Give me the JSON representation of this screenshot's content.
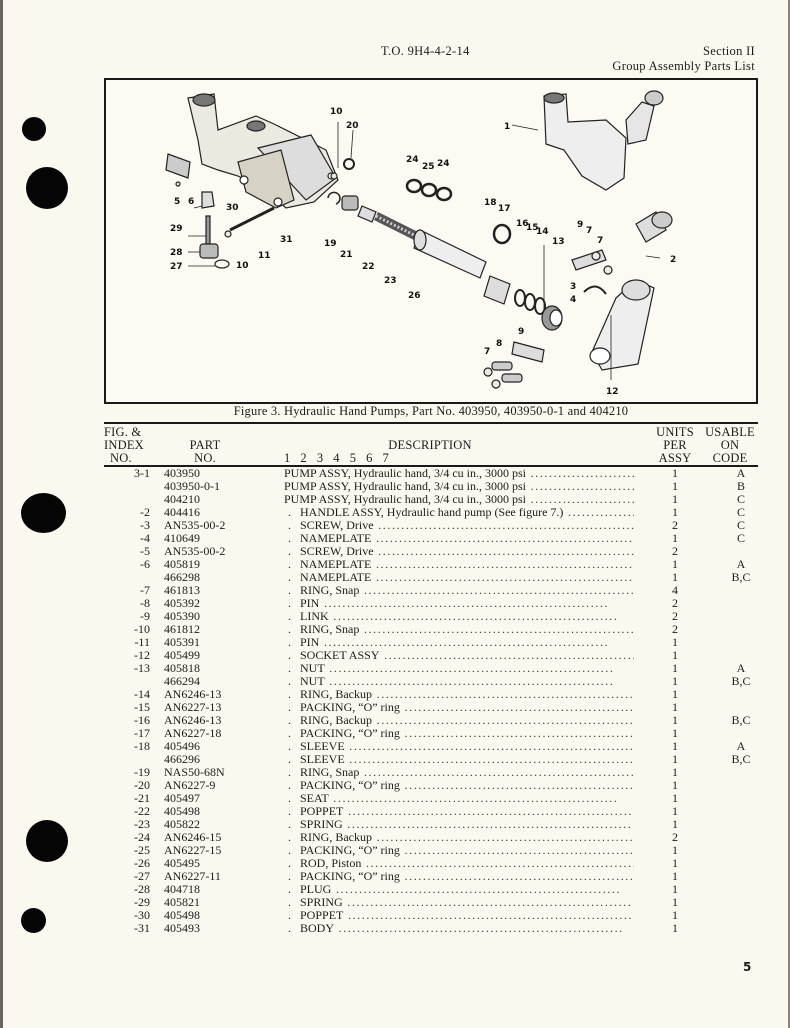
{
  "header": {
    "to_number": "T.O. 9H4-4-2-14",
    "section": "Section II",
    "section_title": "Group Assembly Parts List"
  },
  "figure": {
    "caption": "Figure 3. Hydraulic Hand Pumps, Part No. 403950, 403950-0-1 and 404210",
    "callouts": [
      "1",
      "2",
      "3",
      "4",
      "5",
      "6",
      "7",
      "7",
      "7",
      "8",
      "9",
      "9",
      "10",
      "10",
      "11",
      "12",
      "13",
      "14",
      "15",
      "16",
      "17",
      "18",
      "19",
      "20",
      "21",
      "22",
      "23",
      "24",
      "24",
      "25",
      "26",
      "27",
      "28",
      "29",
      "30",
      "31"
    ]
  },
  "table": {
    "headers": {
      "fig_index": [
        "FIG. &",
        "INDEX",
        "NO."
      ],
      "part_no": [
        "PART",
        "NO."
      ],
      "description": "DESCRIPTION",
      "indent_levels": "1   2   3   4   5   6   7",
      "units_per_assy": [
        "UNITS",
        "PER",
        "ASSY"
      ],
      "usable_on_code": [
        "USABLE",
        "ON",
        "CODE"
      ]
    },
    "rows": [
      {
        "fig": "3-1",
        "part": "403950",
        "indent": 0,
        "desc": "PUMP ASSY, Hydraulic hand, 3/4 cu in., 3000 psi",
        "units": "1",
        "code": "A"
      },
      {
        "fig": "",
        "part": "403950-0-1",
        "indent": 0,
        "desc": "PUMP ASSY, Hydraulic hand, 3/4 cu in., 3000 psi",
        "units": "1",
        "code": "B"
      },
      {
        "fig": "",
        "part": "404210",
        "indent": 0,
        "desc": "PUMP ASSY, Hydraulic hand, 3/4 cu in., 3000 psi",
        "units": "1",
        "code": "C"
      },
      {
        "fig": "-2",
        "part": "404416",
        "indent": 1,
        "desc": "HANDLE ASSY, Hydraulic hand pump (See figure 7.)",
        "units": "1",
        "code": "C"
      },
      {
        "fig": "-3",
        "part": "AN535-00-2",
        "indent": 1,
        "desc": "SCREW, Drive",
        "units": "2",
        "code": "C"
      },
      {
        "fig": "-4",
        "part": "410649",
        "indent": 1,
        "desc": "NAMEPLATE",
        "units": "1",
        "code": "C"
      },
      {
        "fig": "-5",
        "part": "AN535-00-2",
        "indent": 1,
        "desc": "SCREW, Drive",
        "units": "2",
        "code": ""
      },
      {
        "fig": "-6",
        "part": "405819",
        "indent": 1,
        "desc": "NAMEPLATE",
        "units": "1",
        "code": "A"
      },
      {
        "fig": "",
        "part": "466298",
        "indent": 1,
        "desc": "NAMEPLATE",
        "units": "1",
        "code": "B,C"
      },
      {
        "fig": "-7",
        "part": "461813",
        "indent": 1,
        "desc": "RING, Snap",
        "units": "4",
        "code": ""
      },
      {
        "fig": "-8",
        "part": "405392",
        "indent": 1,
        "desc": "PIN",
        "units": "2",
        "code": ""
      },
      {
        "fig": "-9",
        "part": "405390",
        "indent": 1,
        "desc": "LINK",
        "units": "2",
        "code": ""
      },
      {
        "fig": "-10",
        "part": "461812",
        "indent": 1,
        "desc": "RING, Snap",
        "units": "2",
        "code": ""
      },
      {
        "fig": "-11",
        "part": "405391",
        "indent": 1,
        "desc": "PIN",
        "units": "1",
        "code": ""
      },
      {
        "fig": "-12",
        "part": "405499",
        "indent": 1,
        "desc": "SOCKET ASSY",
        "units": "1",
        "code": ""
      },
      {
        "fig": "-13",
        "part": "405818",
        "indent": 1,
        "desc": "NUT",
        "units": "1",
        "code": "A"
      },
      {
        "fig": "",
        "part": "466294",
        "indent": 1,
        "desc": "NUT",
        "units": "1",
        "code": "B,C"
      },
      {
        "fig": "-14",
        "part": "AN6246-13",
        "indent": 1,
        "desc": "RING, Backup",
        "units": "1",
        "code": ""
      },
      {
        "fig": "-15",
        "part": "AN6227-13",
        "indent": 1,
        "desc": "PACKING, “O” ring",
        "units": "1",
        "code": ""
      },
      {
        "fig": "-16",
        "part": "AN6246-13",
        "indent": 1,
        "desc": "RING, Backup",
        "units": "1",
        "code": "B,C"
      },
      {
        "fig": "-17",
        "part": "AN6227-18",
        "indent": 1,
        "desc": "PACKING, “O” ring",
        "units": "1",
        "code": ""
      },
      {
        "fig": "-18",
        "part": "405496",
        "indent": 1,
        "desc": "SLEEVE",
        "units": "1",
        "code": "A"
      },
      {
        "fig": "",
        "part": "466296",
        "indent": 1,
        "desc": "SLEEVE",
        "units": "1",
        "code": "B,C"
      },
      {
        "fig": "-19",
        "part": "NAS50-68N",
        "indent": 1,
        "desc": "RING, Snap",
        "units": "1",
        "code": ""
      },
      {
        "fig": "-20",
        "part": "AN6227-9",
        "indent": 1,
        "desc": "PACKING, “O” ring",
        "units": "1",
        "code": ""
      },
      {
        "fig": "-21",
        "part": "405497",
        "indent": 1,
        "desc": "SEAT",
        "units": "1",
        "code": ""
      },
      {
        "fig": "-22",
        "part": "405498",
        "indent": 1,
        "desc": "POPPET",
        "units": "1",
        "code": ""
      },
      {
        "fig": "-23",
        "part": "405822",
        "indent": 1,
        "desc": "SPRING",
        "units": "1",
        "code": ""
      },
      {
        "fig": "-24",
        "part": "AN6246-15",
        "indent": 1,
        "desc": "RING, Backup",
        "units": "2",
        "code": ""
      },
      {
        "fig": "-25",
        "part": "AN6227-15",
        "indent": 1,
        "desc": "PACKING, “O” ring",
        "units": "1",
        "code": ""
      },
      {
        "fig": "-26",
        "part": "405495",
        "indent": 1,
        "desc": "ROD, Piston",
        "units": "1",
        "code": ""
      },
      {
        "fig": "-27",
        "part": "AN6227-11",
        "indent": 1,
        "desc": "PACKING, “O” ring",
        "units": "1",
        "code": ""
      },
      {
        "fig": "-28",
        "part": "404718",
        "indent": 1,
        "desc": "PLUG",
        "units": "1",
        "code": ""
      },
      {
        "fig": "-29",
        "part": "405821",
        "indent": 1,
        "desc": "SPRING",
        "units": "1",
        "code": ""
      },
      {
        "fig": "-30",
        "part": "405498",
        "indent": 1,
        "desc": "POPPET",
        "units": "1",
        "code": ""
      },
      {
        "fig": "-31",
        "part": "405493",
        "indent": 1,
        "desc": "BODY",
        "units": "1",
        "code": ""
      }
    ]
  },
  "footer": {
    "page_number": "5"
  }
}
